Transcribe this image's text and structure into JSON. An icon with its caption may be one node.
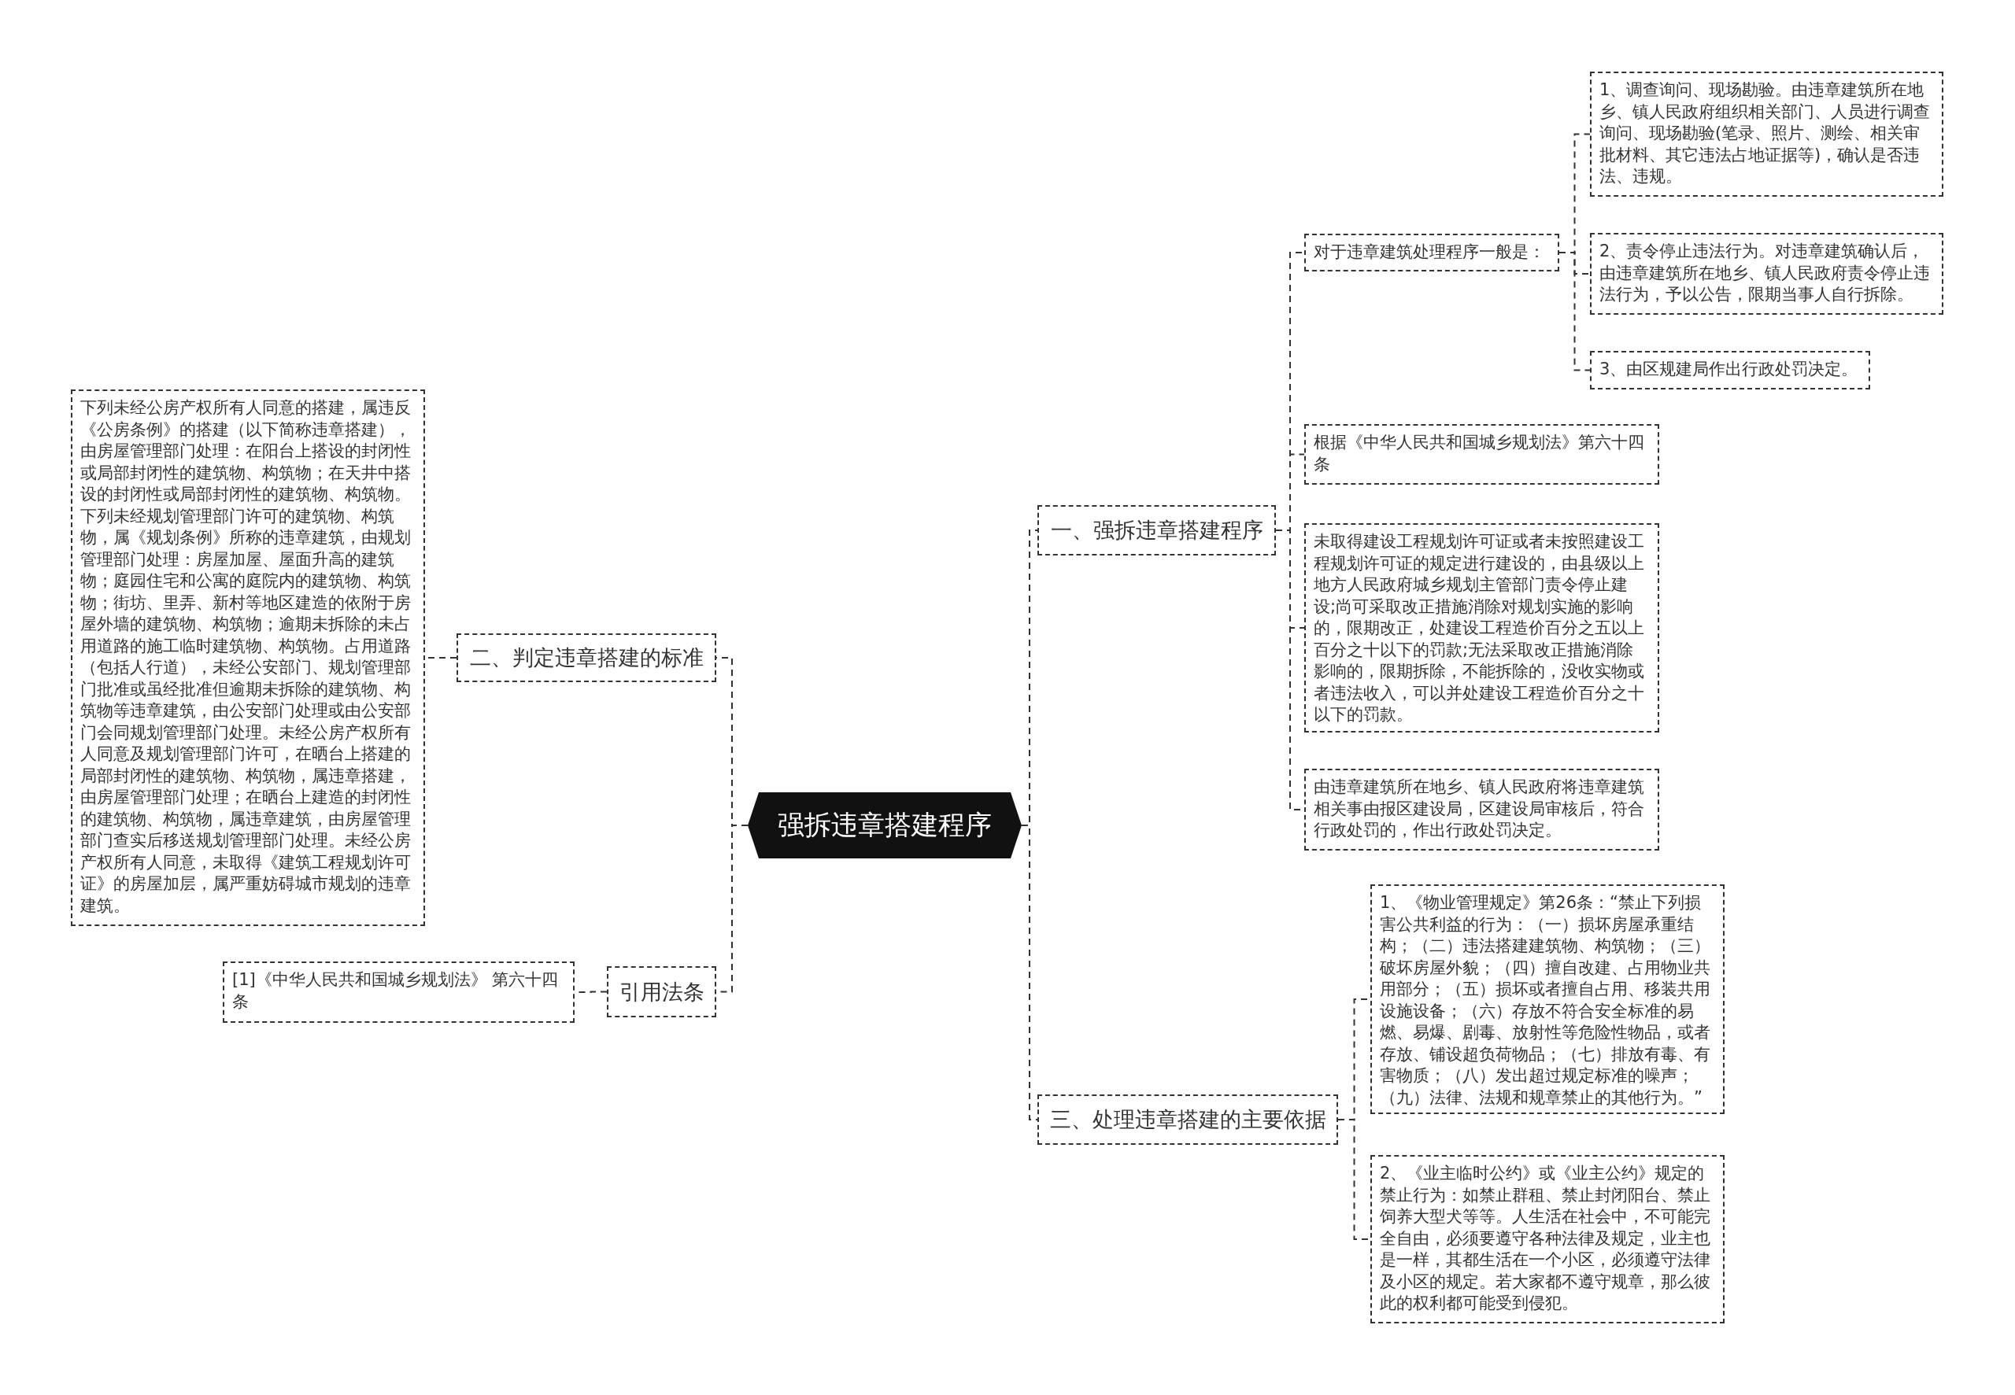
{
  "diagram": {
    "nodes": [
      {
        "text": [
          "强拆违章搭建程序"
        ]
      },
      {
        "text": [
          "一、强拆违章搭建程序"
        ]
      },
      {
        "text": [
          "对于违章建筑处理程序一般是："
        ]
      },
      {
        "text": [
          "1、调查询问、现场勘验。由违章建筑所在地乡、镇人民政府组织相关部门、人员进行调查询问、现场勘验(笔录、照片、测绘、相关审批材料、其它违法占地证据等)，确认是否违法、违规。"
        ]
      },
      {
        "text": [
          "2、责令停止违法行为。对违章建筑确认后，由违章建筑所在地乡、镇人民政府责令停止违法行为，予以公告，限期当事人自行拆除。"
        ]
      },
      {
        "text": [
          "3、由区规建局作出行政处罚决定。"
        ]
      },
      {
        "text": [
          "根据《中华人民共和国城乡规划法》第六十四条"
        ]
      },
      {
        "text": [
          "未取得建设工程规划许可证或者未按照建设工程规划许可证的规定进行建设的，由县级以上地方人民政府城乡规划主管部门责令停止建设;尚可采取改正措施消除对规划实施的影响的，限期改正，处建设工程造价百分之五以上百分之十以下的罚款;无法采取改正措施消除影响的，限期拆除，不能拆除的，没收实物或者违法收入，可以并处建设工程造价百分之十以下的罚款。"
        ]
      },
      {
        "text": [
          "由违章建筑所在地乡、镇人民政府将违章建筑相关事由报区建设局，区建设局审核后，符合行政处罚的，作出行政处罚决定。"
        ]
      },
      {
        "text": [
          "三、处理违章搭建的主要依据"
        ]
      },
      {
        "text": [
          "1、《物业管理规定》第26条：“禁止下列损害公共利益的行为：（一）损坏房屋承重结构；（二）违法搭建建筑物、构筑物；（三）破坏房屋外貌；（四）擅自改建、占用物业共用部分；（五）损坏或者擅自占用、移装共用设施设备；（六）存放不符合安全标准的易燃、易爆、剧毒、放射性等危险性物品，或者存放、铺设超负荷物品；（七）排放有毒、有害物质；（八）发出超过规定标准的噪声；（九）法律、法规和规章禁止的其他行为。”"
        ]
      },
      {
        "text": [
          "2、《业主临时公约》或《业主公约》规定的禁止行为：如禁止群租、禁止封闭阳台、禁止饲养大型犬等等。人生活在社会中，不可能完全自由，必须要遵守各种法律及规定，业主也是一样，其都生活在一个小区，必须遵守法律及小区的规定。若大家都不遵守规章，那么彼此的权利都可能受到侵犯。"
        ]
      },
      {
        "text": [
          "二、判定违章搭建的标准"
        ]
      },
      {
        "text": [
          "下列未经公房产权所有人同意的搭建，属违反《公房条例》的搭建（以下简称违章搭建），由房屋管理部门处理：在阳台上搭设的封闭性或局部封闭性的建筑物、构筑物；在天井中搭设的封闭性或局部封闭性的建筑物、构筑物。下列未经规划管理部门许可的建筑物、构筑物，属《规划条例》所称的违章建筑，由规划管理部门处理：房屋加屋、屋面升高的建筑物；庭园住宅和公寓的庭院内的建筑物、构筑物；街坊、里弄、新村等地区建造的依附于房屋外墙的建筑物、构筑物；逾期未拆除的未占用道路的施工临时建筑物、构筑物。占用道路（包括人行道），未经公安部门、规划管理部门批准或虽经批准但逾期未拆除的建筑物、构筑物等违章建筑，由公安部门处理或由公安部门会同规划管理部门处理。未经公房产权所有人同意及规划管理部门许可，在晒台上搭建的局部封闭性的建筑物、构筑物，属违章搭建，由房屋管理部门处理；在晒台上建造的封闭性的建筑物、构筑物，属违章建筑，由房屋管理部门查实后移送规划管理部门处理。未经公房产权所有人同意，未取得《建筑工程规划许可证》的房屋加层，属严重妨碍城市规划的违章建筑。"
        ]
      },
      {
        "text": [
          "引用法条"
        ]
      },
      {
        "text": [
          "[1]《中华人民共和国城乡规划法》 第六十四条"
        ]
      }
    ],
    "edges": [
      {
        "from": 0,
        "to": 1,
        "arrow": "none"
      },
      {
        "from": 1,
        "to": 2,
        "arrow": "none"
      },
      {
        "from": 2,
        "to": 3,
        "arrow": "none"
      },
      {
        "from": 2,
        "to": 4,
        "arrow": "none"
      },
      {
        "from": 2,
        "to": 5,
        "arrow": "none"
      },
      {
        "from": 1,
        "to": 6,
        "arrow": "none"
      },
      {
        "from": 1,
        "to": 7,
        "arrow": "none"
      },
      {
        "from": 1,
        "to": 8,
        "arrow": "none"
      },
      {
        "from": 0,
        "to": 9,
        "arrow": "none"
      },
      {
        "from": 9,
        "to": 10,
        "arrow": "none"
      },
      {
        "from": 9,
        "to": 11,
        "arrow": "none"
      },
      {
        "from": 0,
        "to": 12,
        "arrow": "none"
      },
      {
        "from": 12,
        "to": 13,
        "arrow": "none"
      },
      {
        "from": 0,
        "to": 14,
        "arrow": "none"
      },
      {
        "from": 14,
        "to": 15,
        "arrow": "none"
      }
    ]
  }
}
